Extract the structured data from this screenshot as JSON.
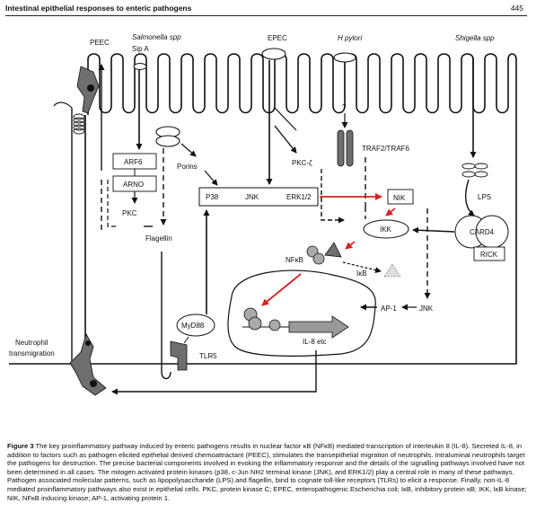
{
  "header": {
    "running_title": "Intestinal epithelial responses to enteric pathogens",
    "page_number": "445"
  },
  "diagram": {
    "pathogens": {
      "peec": "PEEC",
      "salmonella": "Salmonella spp",
      "sip_a": "Sip A",
      "epec": "EPEC",
      "h_pylori": "H pylori",
      "shigella": "Shigella spp"
    },
    "labels": {
      "arf6": "ARF6",
      "arno": "ARNO",
      "pkc": "PKC",
      "porins": "Porins",
      "flagellin": "Flagellin",
      "p38": "P38",
      "jnk": "JNK",
      "erk": "ERK1/2",
      "pkc_zeta": "PKC-ζ",
      "question": "?",
      "traf": "TRAF2/TRAF6",
      "lps": "LPS",
      "nik": "NIK",
      "ikk": "IKK",
      "card4": "CARD4",
      "rick": "RICK",
      "nfkb": "NFκB",
      "ikb": "IκB",
      "ap1": "AP-1",
      "jnk2": "JNK",
      "il8": "IL-8 etc",
      "myd88": "MyD88",
      "tlr5": "TLR5",
      "neutrophil": "Neutrophil",
      "transmigration": "transmigration"
    },
    "colors": {
      "red_arrow": "#d42020",
      "outline": "#111111",
      "gray_fill": "#6e6e6e"
    }
  },
  "caption": {
    "fig_label": "Figure 3",
    "text": "The key proinflammatory pathway induced by enteric pathogens results in nuclear factor κB (NFκB) mediated transcription of interleukin 8 (IL-8). Secreted IL-8, in addition to factors such as pathogen elicited epithelial derived chemoattractant (PEEC), stimulates the transepithelial migration of neutrophils. Intraluminal neutrophils target the pathogens for destruction. The precise bacterial components involved in evoking the inflammatory response and the details of the signalling pathways involved have not been determined in all cases. The mitogen activated protein kinases (p38, c-Jun NH2 terminal kinase (JNK), and ERK1/2) play a central role in many of these pathways. Pathogen associated molecular patterns, such as lipopolysaccharide (LPS) and flagellin, bind to cognate toll-like receptors (TLRs) to elicit a response. Finally, non-IL-8 mediated proinflammatory pathways also exist in epithelial cells. PKC, protein kinase C; EPEC, enteropathogenic Escherichia coli; IκB, inhibitory protein κB; IKK, IκB kinase; NIK, NFκB inducing kinase; AP-1, activating protein 1."
  }
}
